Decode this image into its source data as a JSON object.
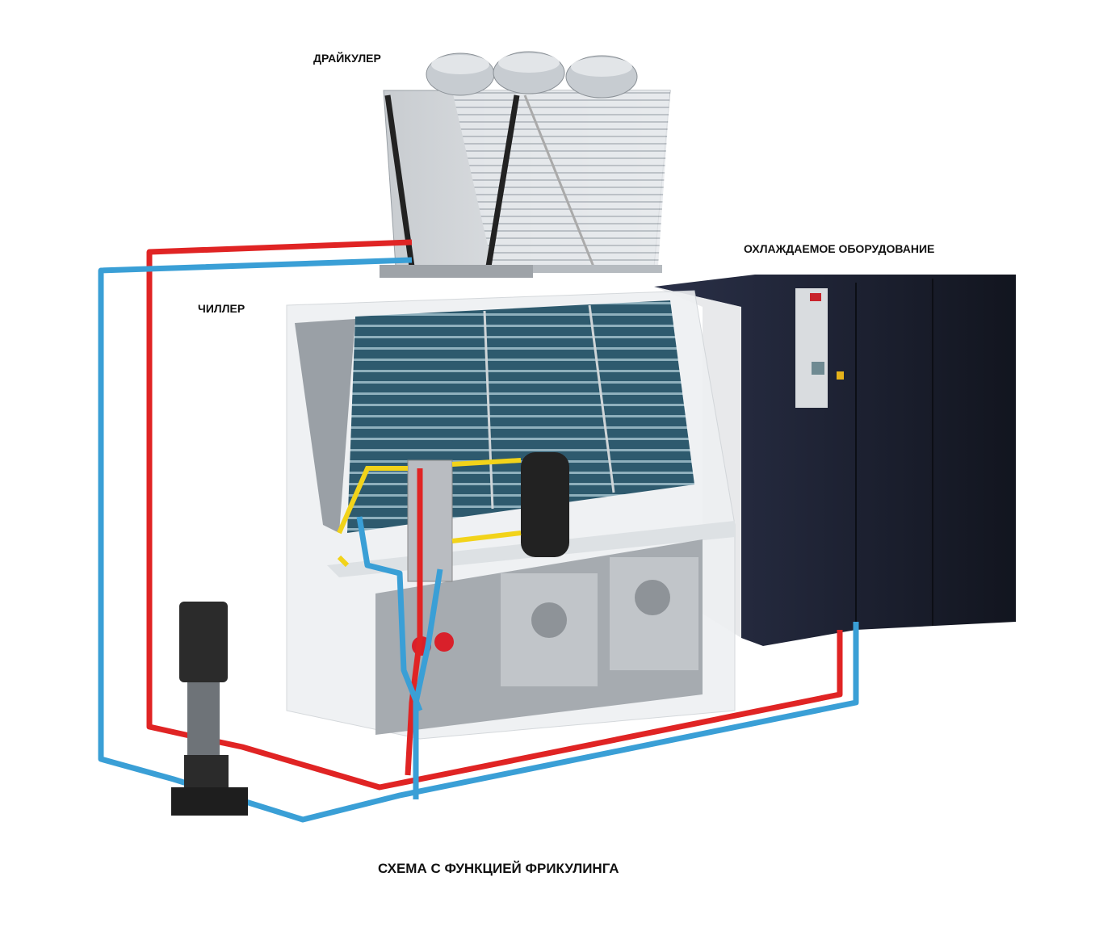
{
  "labels": {
    "drycooler": "ДРАЙКУЛЕР",
    "cooled_equipment": "ОХЛАЖДАЕМОЕ ОБОРУДОВАНИЕ",
    "chiller": "ЧИЛЛЕР",
    "caption": "СХЕМА С ФУНКЦИЕЙ ФРИКУЛИНГА"
  },
  "colors": {
    "hot_pipe": "#e02424",
    "cold_pipe": "#3a9fd6",
    "refrigerant_pipe": "#f2d31a",
    "cabinet": "#1c2033",
    "coil": "#2e5a6e"
  }
}
